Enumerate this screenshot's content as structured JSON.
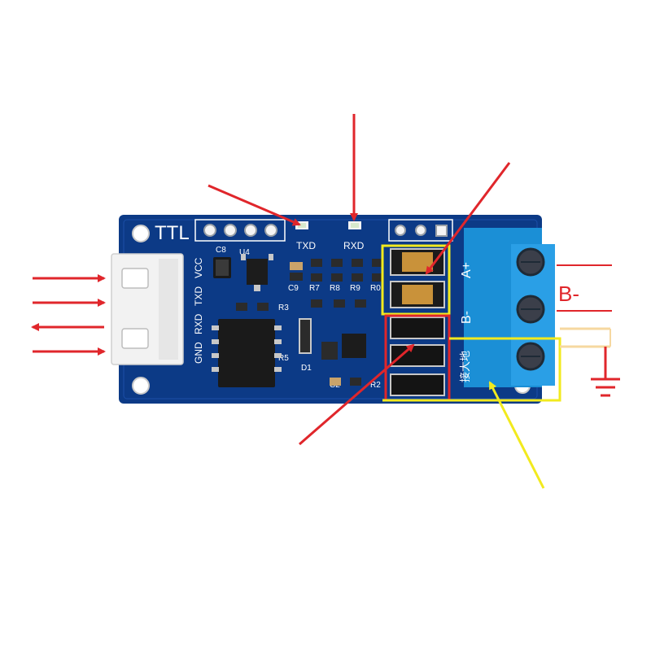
{
  "board": {
    "title": "TTL",
    "led_txd": "TXD",
    "led_rxd": "RXD",
    "pin_labels": [
      "GND",
      "RXD",
      "TXD",
      "VCC"
    ],
    "component_labels": [
      "C8",
      "U4",
      "C9",
      "R7",
      "R8",
      "R9",
      "R0",
      "R3",
      "R5",
      "D1",
      "C2",
      "R2"
    ],
    "terminal_a": "A+",
    "terminal_b": "B-",
    "terminal_gnd": "接大地"
  },
  "annotation": {
    "b_minus_label": "B-"
  },
  "colors": {
    "pcb": "#0c3a86",
    "terminal": "#1b8fd6",
    "arrow_red": "#e0262b",
    "arrow_yellow": "#f2ea1e",
    "highlight_yellow": "#f2ea1e",
    "highlight_red": "#e0262b"
  }
}
